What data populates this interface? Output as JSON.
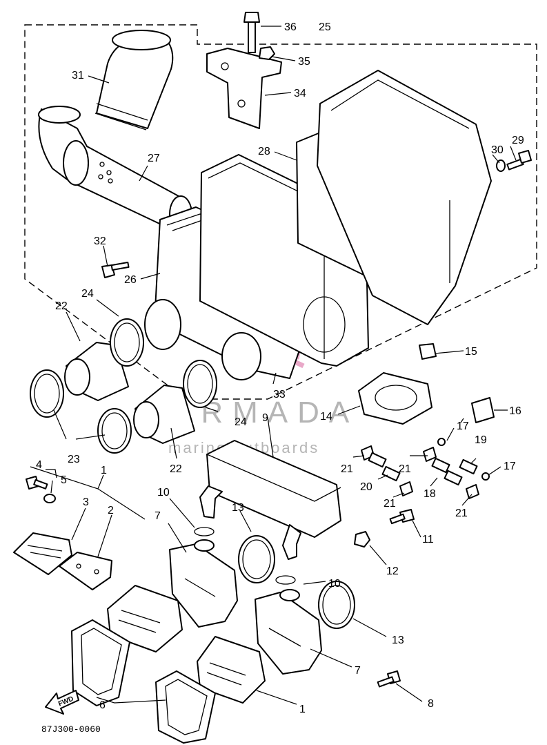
{
  "diagram_code": "87J300-0060",
  "watermark": {
    "brand": "ARMADA",
    "tagline": "marine outboards"
  },
  "fwd_label": "FWD",
  "callouts": [
    {
      "id": "c36",
      "text": "36"
    },
    {
      "id": "c25",
      "text": "25"
    },
    {
      "id": "c35",
      "text": "35"
    },
    {
      "id": "c31",
      "text": "31"
    },
    {
      "id": "c34",
      "text": "34"
    },
    {
      "id": "c28",
      "text": "28"
    },
    {
      "id": "c30",
      "text": "30"
    },
    {
      "id": "c29",
      "text": "29"
    },
    {
      "id": "c27",
      "text": "27"
    },
    {
      "id": "c32",
      "text": "32"
    },
    {
      "id": "c26",
      "text": "26"
    },
    {
      "id": "c24a",
      "text": "24"
    },
    {
      "id": "c22a",
      "text": "22"
    },
    {
      "id": "c15",
      "text": "15"
    },
    {
      "id": "c16",
      "text": "16"
    },
    {
      "id": "c33",
      "text": "33"
    },
    {
      "id": "c14",
      "text": "14"
    },
    {
      "id": "c9",
      "text": "9"
    },
    {
      "id": "c24b",
      "text": "24"
    },
    {
      "id": "c17a",
      "text": "17"
    },
    {
      "id": "c19",
      "text": "19"
    },
    {
      "id": "c23",
      "text": "23"
    },
    {
      "id": "c22b",
      "text": "22"
    },
    {
      "id": "c21a",
      "text": "21"
    },
    {
      "id": "c21b",
      "text": "21"
    },
    {
      "id": "c17b",
      "text": "17"
    },
    {
      "id": "c20",
      "text": "20"
    },
    {
      "id": "c18",
      "text": "18"
    },
    {
      "id": "c4",
      "text": "4"
    },
    {
      "id": "c1a",
      "text": "1"
    },
    {
      "id": "c5",
      "text": "5"
    },
    {
      "id": "c21c",
      "text": "21"
    },
    {
      "id": "c21d",
      "text": "21"
    },
    {
      "id": "c10a",
      "text": "10"
    },
    {
      "id": "c3",
      "text": "3"
    },
    {
      "id": "c2",
      "text": "2"
    },
    {
      "id": "c7a",
      "text": "7"
    },
    {
      "id": "c13a",
      "text": "13"
    },
    {
      "id": "c11",
      "text": "11"
    },
    {
      "id": "c12",
      "text": "12"
    },
    {
      "id": "c10b",
      "text": "10"
    },
    {
      "id": "c13b",
      "text": "13"
    },
    {
      "id": "c7b",
      "text": "7"
    },
    {
      "id": "c6",
      "text": "6"
    },
    {
      "id": "c1b",
      "text": "1"
    },
    {
      "id": "c8",
      "text": "8"
    }
  ]
}
